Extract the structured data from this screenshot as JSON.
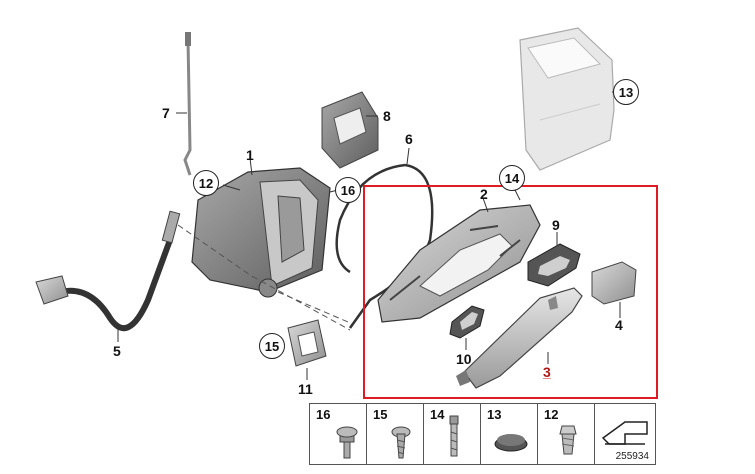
{
  "diagram": {
    "labels": {
      "l1": "1",
      "l2": "2",
      "l3": "3",
      "l4": "4",
      "l5": "5",
      "l6": "6",
      "l7": "7",
      "l8": "8",
      "l9": "9",
      "l10": "10",
      "l11": "11",
      "l12": "12",
      "l13": "13",
      "l14": "14",
      "l15": "15",
      "l16": "16"
    },
    "highlight_color": "#e01b24"
  },
  "legend": {
    "items": [
      {
        "num": "16",
        "icon": "torx-bolt-icon"
      },
      {
        "num": "15",
        "icon": "screw-icon"
      },
      {
        "num": "14",
        "icon": "bolt-icon"
      },
      {
        "num": "13",
        "icon": "plug-icon"
      },
      {
        "num": "12",
        "icon": "clip-icon"
      }
    ],
    "ref_number": "255934"
  }
}
